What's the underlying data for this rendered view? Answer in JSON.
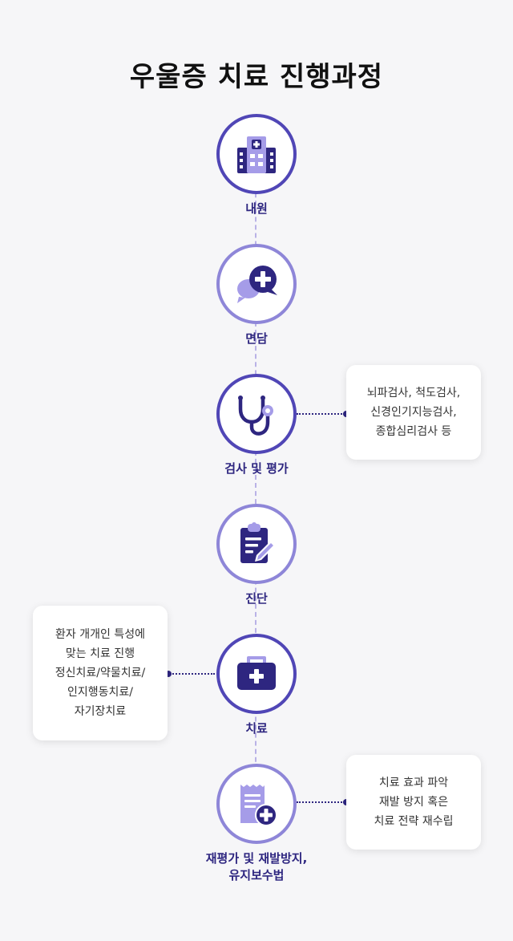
{
  "title": "우울증 치료 진행과정",
  "steps": [
    {
      "label": "내원",
      "icon": "hospital-icon"
    },
    {
      "label": "면담",
      "icon": "consultation-chat-icon"
    },
    {
      "label": "검사 및 평가",
      "icon": "stethoscope-icon"
    },
    {
      "label": "진단",
      "icon": "clipboard-pen-icon"
    },
    {
      "label": "치료",
      "icon": "medical-kit-icon"
    },
    {
      "label": "재평가 및 재발방지,\n유지보수법",
      "icon": "receipt-plus-icon"
    }
  ],
  "notes": {
    "exam": "뇌파검사, 척도검사,\n신경인기지능검사,\n종합심리검사 등",
    "treatment": "환자 개개인 특성에\n맞는 치료 진행\n정신치료/약물치료/\n인지행동치료/\n자기장치료",
    "reeval": "치료 효과 파악\n재발 방지 혹은\n치료 전략 재수립"
  },
  "colors": {
    "primary": "#2e2680",
    "accent": "#5046b6",
    "light": "#a59ce8",
    "background": "#f6f6f8"
  }
}
